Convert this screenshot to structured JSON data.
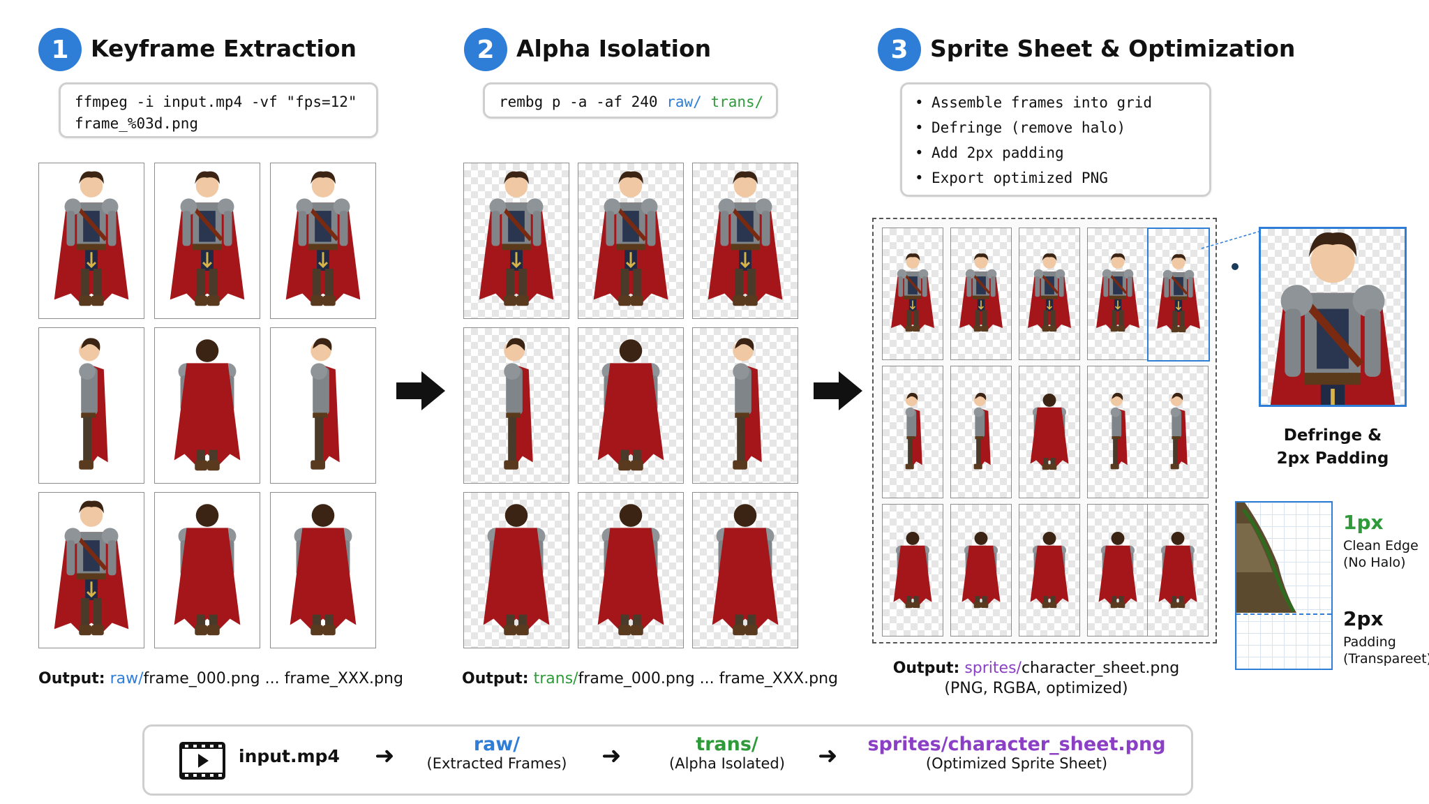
{
  "steps": [
    {
      "num": "1",
      "title": "Keyframe Extraction"
    },
    {
      "num": "2",
      "title": "Alpha Isolation"
    },
    {
      "num": "3",
      "title": "Sprite Sheet & Optimization"
    }
  ],
  "step1": {
    "code": [
      "ffmpeg -i input.mp4 -vf \"fps=12\"",
      "frame_%03d.png"
    ],
    "output": {
      "label": "Output:",
      "dir": "raw/",
      "rest": "frame_000.png ... frame_XXX.png"
    }
  },
  "step2": {
    "code": {
      "cmd": "rembg p -a -af 240 ",
      "raw": "raw/",
      "trans": " trans/"
    },
    "output": {
      "label": "Output:",
      "dir": "trans/",
      "rest": "frame_000.png ... frame_XXX.png"
    }
  },
  "step3": {
    "bullets": [
      "Assemble frames into grid",
      "Defringe (remove halo)",
      "Add 2px padding",
      "Export optimized PNG"
    ],
    "bullet_glyph": "•",
    "output": {
      "label": "Output:",
      "dir": "sprites/",
      "rest": "character_sheet.png",
      "sub": "(PNG, RGBA, optimized)"
    },
    "zoom_label": [
      "Defringe &",
      "2px Padding"
    ],
    "edge": {
      "px1": "1px",
      "px1_sub": [
        "Clean Edge",
        "(No Halo)"
      ],
      "px2": "2px",
      "px2_sub": [
        "Padding",
        "(Transpareet)"
      ]
    }
  },
  "flow": {
    "input": "input.mp4",
    "raw": {
      "main": "raw/",
      "sub": "(Extracted Frames)"
    },
    "trans": {
      "main": "trans/",
      "sub": "(Alpha Isolated)"
    },
    "sprites": {
      "main": "sprites/character_sheet.png",
      "sub": "(Optimized Sprite Sheet)"
    }
  },
  "icons": {
    "arrow": "➜",
    "film": "film-icon",
    "character": "character-icon"
  },
  "colors": {
    "step_badge": "#2e7dd7",
    "raw": "#2e7dd7",
    "trans": "#2f9a3a",
    "sprites": "#8a3fc4",
    "cape": "#a4161a"
  }
}
